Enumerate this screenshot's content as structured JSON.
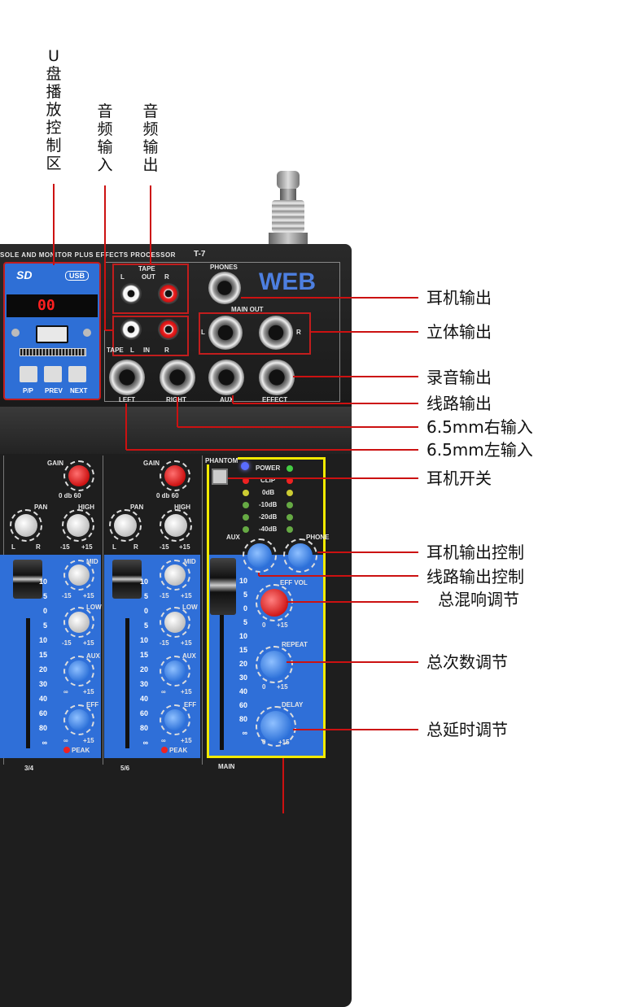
{
  "annotations": {
    "top": {
      "usb_control": "U盘播放控制区",
      "audio_in": "音频输入",
      "audio_out": "音频输出"
    },
    "right": [
      "耳机输出",
      "立体输出",
      "录音输出",
      "线路输出",
      "6.5mm右输入",
      "6.5mm左输入",
      "耳机开关",
      "耳机输出控制",
      "线路输出控制",
      "总混响调节",
      "总次数调节",
      "总延时调节"
    ]
  },
  "mixer": {
    "header_text": "SOLE AND MONITOR PLUS EFFECTS PROCESSOR",
    "model": "T-7",
    "brand": "WEB",
    "usb_panel": {
      "sd_logo": "SD",
      "usb_logo": "USB",
      "display": "00",
      "buttons": [
        "P/P",
        "PREV",
        "NEXT"
      ]
    },
    "tape": {
      "title": "TAPE",
      "out": "OUT",
      "in": "IN",
      "l": "L",
      "r": "R",
      "tape_in_label": "TAPE"
    },
    "phones": "PHONES",
    "main_out": "MAIN OUT",
    "main_l": "L",
    "main_r": "R",
    "aux": "AUX",
    "effect": "EFFECT",
    "left": "LEFT",
    "right": "RIGHT",
    "channel": {
      "gain": "GAIN",
      "gain_scale": "0 db 60",
      "pan": "PAN",
      "high": "HIGH",
      "mid": "MID",
      "low": "LOW",
      "aux": "AUX",
      "eff": "EFF",
      "peak": "PEAK",
      "l": "L",
      "r": "R",
      "minus15": "-15",
      "plus15": "+15",
      "inf": "∞",
      "ch34": "3/4",
      "ch56": "5/6"
    },
    "fader_scale": [
      "10",
      "5",
      "0",
      "5",
      "10",
      "15",
      "20",
      "30",
      "40",
      "60",
      "80",
      "∞"
    ],
    "master": {
      "phantom": "PHANTOM",
      "meter": [
        "POWER",
        "CLIP",
        "0dB",
        "-10dB",
        "-20dB",
        "-40dB"
      ],
      "aux": "AUX",
      "phone": "PHONE",
      "eff_vol": "EFF VOL",
      "repeat": "REPEAT",
      "delay": "DELAY",
      "zero": "0",
      "plus15": "+15",
      "main": "MAIN"
    }
  },
  "colors": {
    "red_line": "#cc1111",
    "highlight_box": "#f2ea00",
    "panel_dark": "#1c1c1c",
    "blue_panel": "#2f6fd8"
  }
}
